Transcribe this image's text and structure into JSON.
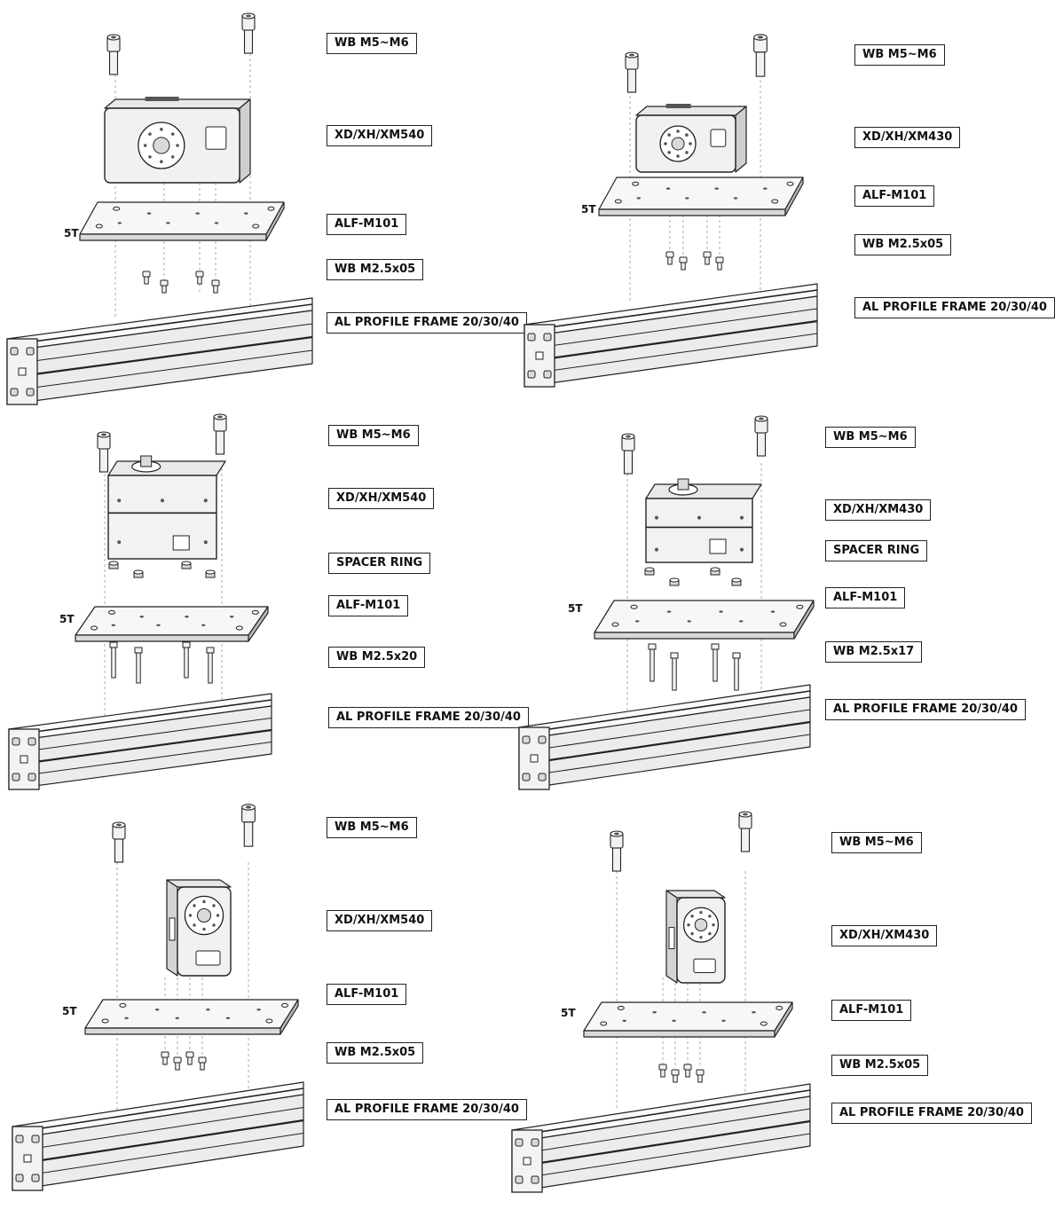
{
  "panels": [
    {
      "id": "xm540-horizontal",
      "thickness": "5T",
      "labels": [
        "WB M5~M6",
        "XD/XH/XM540",
        "ALF-M101",
        "WB M2.5x05",
        "AL PROFILE FRAME 20/30/40"
      ]
    },
    {
      "id": "xm430-horizontal",
      "thickness": "5T",
      "labels": [
        "WB M5~M6",
        "XD/XH/XM430",
        "ALF-M101",
        "WB M2.5x05",
        "AL PROFILE FRAME 20/30/40"
      ]
    },
    {
      "id": "xm540-upright-spacer",
      "thickness": "5T",
      "labels": [
        "WB M5~M6",
        "XD/XH/XM540",
        "SPACER RING",
        "ALF-M101",
        "WB M2.5x20",
        "AL PROFILE FRAME 20/30/40"
      ]
    },
    {
      "id": "xm430-upright-spacer",
      "thickness": "5T",
      "labels": [
        "WB M5~M6",
        "XD/XH/XM430",
        "SPACER RING",
        "ALF-M101",
        "WB M2.5x17",
        "AL PROFILE FRAME 20/30/40"
      ]
    },
    {
      "id": "xm540-vertical",
      "thickness": "5T",
      "labels": [
        "WB M5~M6",
        "XD/XH/XM540",
        "ALF-M101",
        "WB M2.5x05",
        "AL PROFILE FRAME 20/30/40"
      ]
    },
    {
      "id": "xm430-vertical",
      "thickness": "5T",
      "labels": [
        "WB M5~M6",
        "XD/XH/XM430",
        "ALF-M101",
        "WB M2.5x05",
        "AL PROFILE FRAME 20/30/40"
      ]
    }
  ],
  "colors": {
    "line": "#222222",
    "fill_light": "#f2f2f2",
    "fill_mid": "#d9d9d9",
    "fill_dark": "#555555"
  }
}
